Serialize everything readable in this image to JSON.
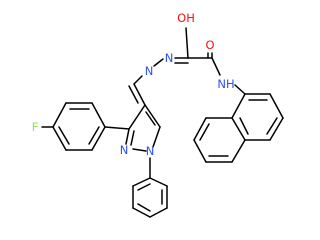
{
  "molecule": {
    "atoms": {
      "F": {
        "text": "F",
        "color": "#90e050"
      },
      "OH": {
        "text": "OH",
        "color": "#ff0d0d"
      },
      "O": {
        "text": "O",
        "color": "#ff0d0d"
      },
      "NH": {
        "text": "NH",
        "color": "#3050f8"
      },
      "N_hydrazone_1": {
        "text": "N",
        "color": "#3050f8"
      },
      "N_hydrazone_2": {
        "text": "N",
        "color": "#3050f8"
      },
      "N_pyrazole_2": {
        "text": "N",
        "color": "#3050f8"
      },
      "N_pyrazole_1": {
        "text": "N",
        "color": "#3050f8"
      }
    }
  }
}
